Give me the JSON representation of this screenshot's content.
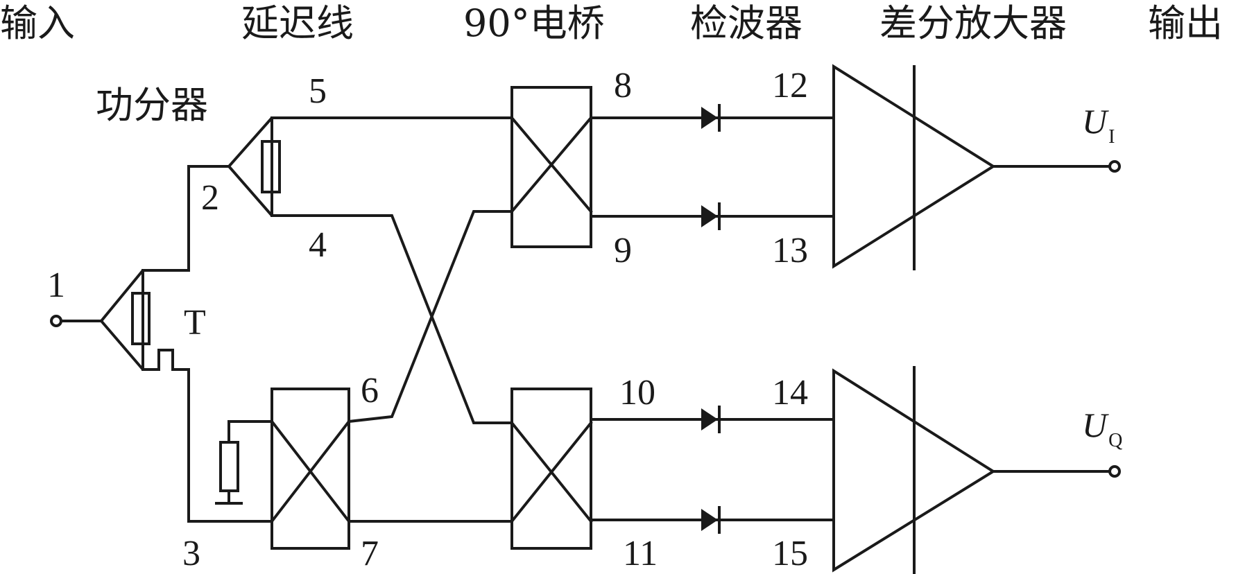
{
  "headers": {
    "input": "输入",
    "delay_line": "延迟线",
    "bridge_90": "90°电桥",
    "detector": "检波器",
    "diff_amp": "差分放大器",
    "output": "输出"
  },
  "labels": {
    "power_divider": "功分器",
    "tee": "T"
  },
  "ports": {
    "p1": "1",
    "p2": "2",
    "p3": "3",
    "p4": "4",
    "p5": "5",
    "p6": "6",
    "p7": "7",
    "p8": "8",
    "p9": "9",
    "p10": "10",
    "p11": "11",
    "p12": "12",
    "p13": "13",
    "p14": "14",
    "p15": "15"
  },
  "outputs": {
    "ui": {
      "symbol": "U",
      "subscript": "I"
    },
    "uq": {
      "symbol": "U",
      "subscript": "Q"
    }
  }
}
